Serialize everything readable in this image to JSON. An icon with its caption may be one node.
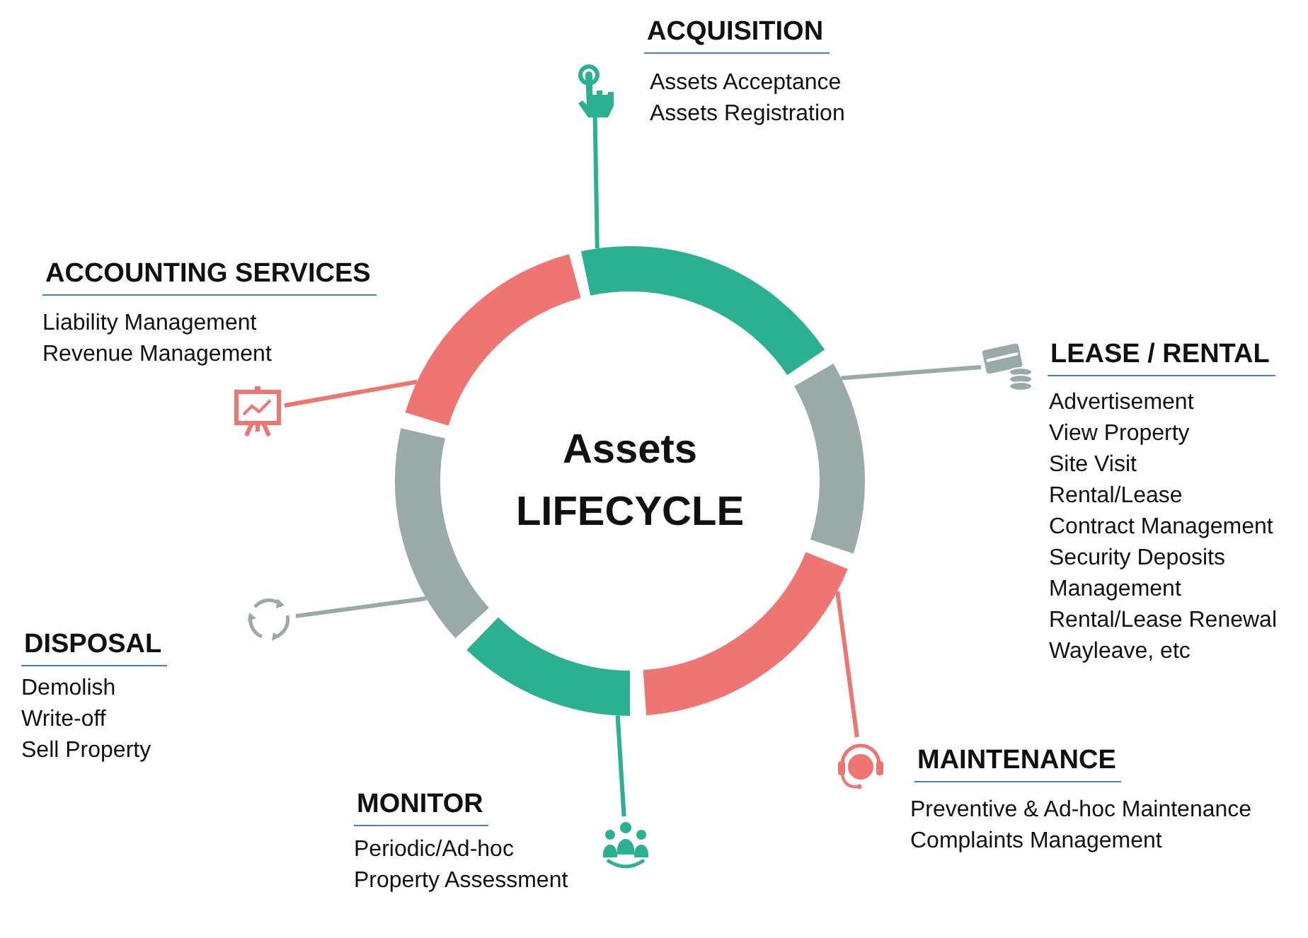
{
  "diagram": {
    "nodes": [
      {
        "text": [],
        "shape": "arc"
      },
      {
        "text": [],
        "shape": "arc"
      },
      {
        "text": [],
        "shape": "arc"
      },
      {
        "text": [],
        "shape": "arc"
      },
      {
        "text": [],
        "shape": "arc"
      },
      {
        "text": [],
        "shape": "arc"
      },
      {
        "text": [],
        "shape": "picture",
        "beside": [
          "ACQUISITION",
          "Assets Acceptance",
          "Assets Registration"
        ]
      },
      {
        "text": [],
        "shape": "picture",
        "beside": [
          "LEASE / RENTAL",
          "Advertisement",
          "View Property",
          "Site Visit",
          "Rental/Lease",
          "Contract Management",
          "Security Deposits Management",
          "Rental/Lease Renewal",
          "Wayleave, etc"
        ]
      },
      {
        "text": [],
        "shape": "picture",
        "beside": [
          "MAINTENANCE",
          "Preventive & Ad-hoc Maintenance",
          "Complaints Management"
        ]
      },
      {
        "text": [],
        "shape": "picture",
        "beside": [
          "MONITOR",
          "Periodic/Ad-hoc Property Assessment"
        ]
      },
      {
        "text": [],
        "shape": "picture",
        "beside": [
          "DISPOSAL",
          "Demolish",
          "Write-off",
          "Sell Property"
        ]
      },
      {
        "text": [],
        "shape": "picture",
        "beside": [
          "ACCOUNTING SERVICES",
          "Liability Management",
          "Revenue Management"
        ]
      }
    ],
    "edges": [
      {
        "from": 0,
        "to": 6,
        "arrow": "none",
        "color": "#2bb092"
      },
      {
        "from": 1,
        "to": 7,
        "arrow": "none",
        "color": "#9aaaa8"
      },
      {
        "from": 2,
        "to": 8,
        "arrow": "none",
        "color": "#ee7571"
      },
      {
        "from": 3,
        "to": 9,
        "arrow": "none",
        "color": "#2bb092"
      },
      {
        "from": 4,
        "to": 10,
        "arrow": "none",
        "color": "#9aaaa8"
      },
      {
        "from": 5,
        "to": 11,
        "arrow": "none",
        "color": "#ee7571"
      }
    ],
    "labels": [
      "Assets LIFECYCLE"
    ]
  }
}
